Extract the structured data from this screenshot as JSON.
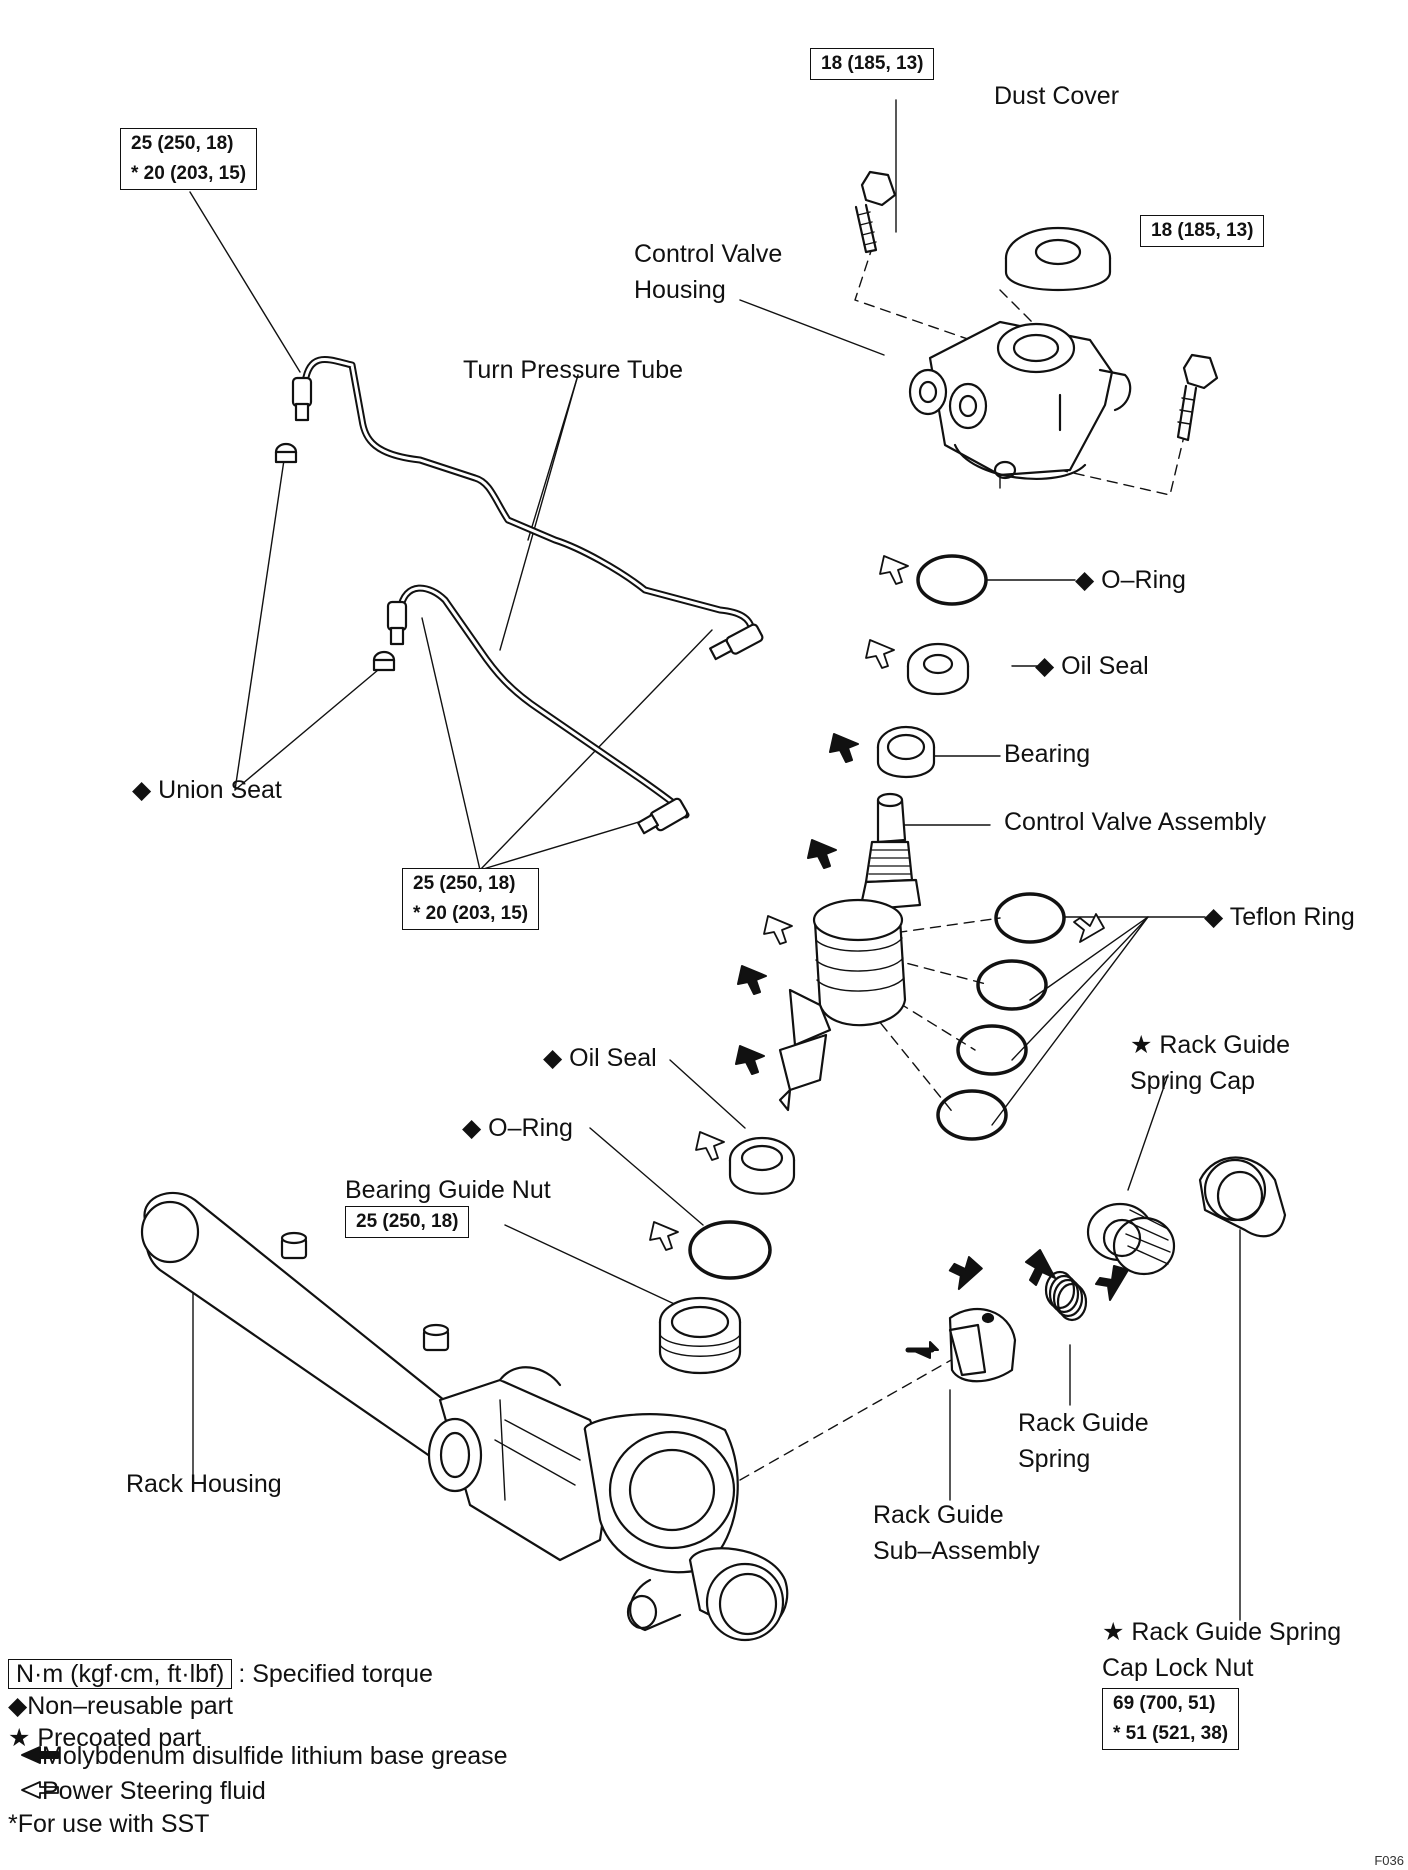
{
  "torque_specs": {
    "bolt_top": [
      "18 (185, 13)"
    ],
    "bolt_right": [
      "18 (185, 13)"
    ],
    "tube_upper": [
      "25 (250, 18)",
      "* 20 (203, 15)"
    ],
    "tube_lower": [
      "25 (250, 18)",
      "* 20 (203, 15)"
    ],
    "bearing_guide_nut": [
      "25 (250, 18)"
    ],
    "lock_nut": [
      "69 (700, 51)",
      "* 51 (521, 38)"
    ]
  },
  "parts": {
    "dust_cover": "Dust Cover",
    "control_valve_housing": [
      "Control Valve",
      "Housing"
    ],
    "turn_pressure_tube": "Turn Pressure Tube",
    "o_ring_top": "◆ O–Ring",
    "oil_seal_top": "◆ Oil Seal",
    "bearing": "Bearing",
    "control_valve_assembly": "Control Valve Assembly",
    "teflon_ring": "◆ Teflon Ring",
    "union_seat": "◆ Union Seat",
    "rack_guide_spring_cap": [
      "★ Rack Guide",
      "Spring Cap"
    ],
    "oil_seal_lower": "◆ Oil Seal",
    "o_ring_lower": "◆ O–Ring",
    "bearing_guide_nut": "Bearing Guide Nut",
    "rack_housing": "Rack Housing",
    "rack_guide_spring": [
      "Rack Guide",
      "Spring"
    ],
    "rack_guide_sub_assembly": [
      "Rack Guide",
      "Sub–Assembly"
    ],
    "lock_nut": [
      "★ Rack Guide Spring",
      "Cap Lock Nut"
    ]
  },
  "legend": {
    "torque_unit": "N·m (kgf·cm, ft·lbf)",
    "torque_desc": ": Specified torque",
    "non_reusable": "◆Non–reusable part",
    "precoated": "★ Precoated part",
    "grease": "Molybdenum disulfide lithium base grease",
    "fluid": "Power Steering fluid",
    "sst": "*For use with SST"
  },
  "figure_code": "F036"
}
